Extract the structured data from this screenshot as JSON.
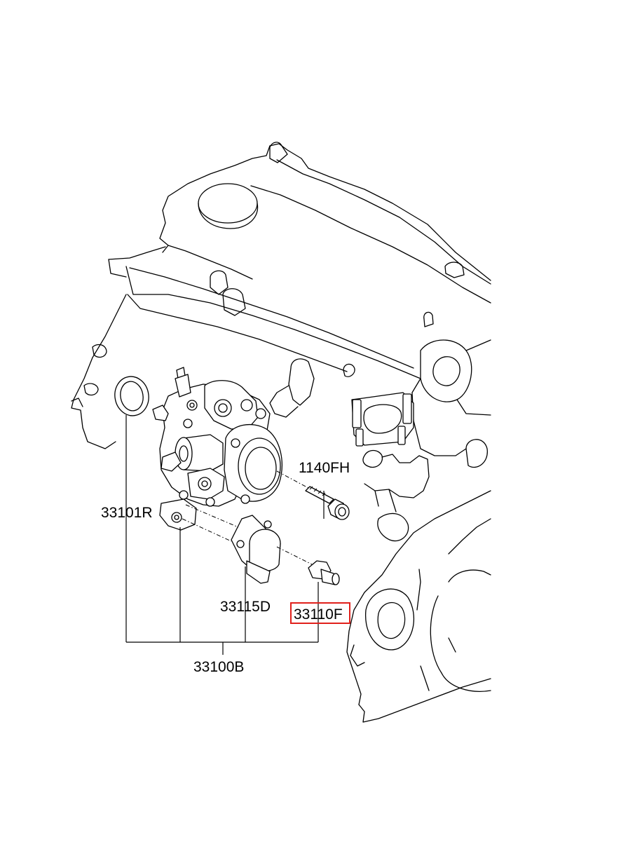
{
  "labels": {
    "fuel_pump_assy": "33100B",
    "gasket": "33101R",
    "bolt_flange": "1140FH",
    "sensor": "33115D",
    "highlighted_part": "33110F"
  },
  "colors": {
    "highlight": "#e0201b",
    "line": "#000000",
    "background": "#ffffff"
  }
}
